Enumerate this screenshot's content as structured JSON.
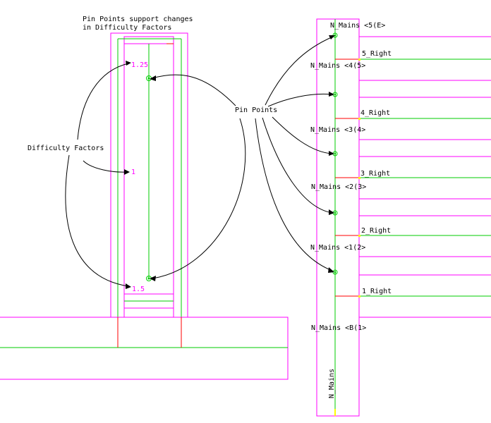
{
  "colors": {
    "outline": "#ff00ff",
    "path": "#00cc00",
    "boundary": "#ff0000",
    "annotation": "#000000",
    "marker": "#ffff00"
  },
  "annotations": {
    "header_line1": "Pin Points support changes",
    "header_line2": "in Difficulty Factors",
    "difficulty_factors": "Difficulty Factors",
    "pin_points": "Pin Points"
  },
  "difficulty_values": [
    "1.25",
    "1",
    "1.5"
  ],
  "right_labels": [
    "5_Right",
    "4_Right",
    "3_Right",
    "2_Right",
    "1_Right"
  ],
  "mains_labels": [
    "N_Mains <5(E>",
    "N_Mains <4(5>",
    "N_Mains <3(4>",
    "N_Mains <2(3>",
    "N_Mains <1(2>",
    "N_Mains <B(1>"
  ],
  "vertical_label": "N_Mains"
}
